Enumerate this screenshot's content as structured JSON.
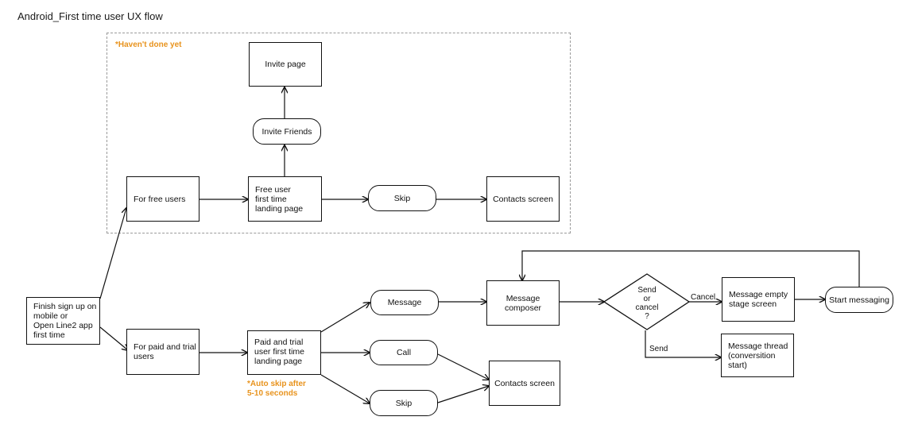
{
  "title": "Android_First time user UX flow",
  "notes": {
    "not_done": "*Haven't done yet",
    "auto_skip": "*Auto skip after\n5-10 seconds"
  },
  "colors": {
    "note": "#e8931d",
    "stroke": "#111111",
    "dashed_group": "#9a9a9a"
  },
  "nodes": {
    "finish_signup": "Finish sign up on\nmobile or\nOpen Line2 app\nfirst time",
    "free_users": "For free users",
    "paid_users": "For paid and trial\nusers",
    "free_landing": "Free user\nfirst time\nlanding page",
    "paid_landing": "Paid and trial\nuser first time\nlanding page",
    "invite_page": "Invite page",
    "invite_friends": "Invite Friends",
    "skip_free": "Skip",
    "contacts_free": "Contacts screen",
    "message": "Message",
    "call": "Call",
    "skip_paid": "Skip",
    "contacts_paid": "Contacts screen",
    "message_composer": "Message composer",
    "decision": "Send\nor\ncancel\n?",
    "message_empty": "Message empty\nstage screen",
    "start_messaging": "Start messaging",
    "message_thread": "Message thread\n(conversition\nstart)"
  },
  "edge_labels": {
    "cancel": "Cancel",
    "send": "Send"
  }
}
